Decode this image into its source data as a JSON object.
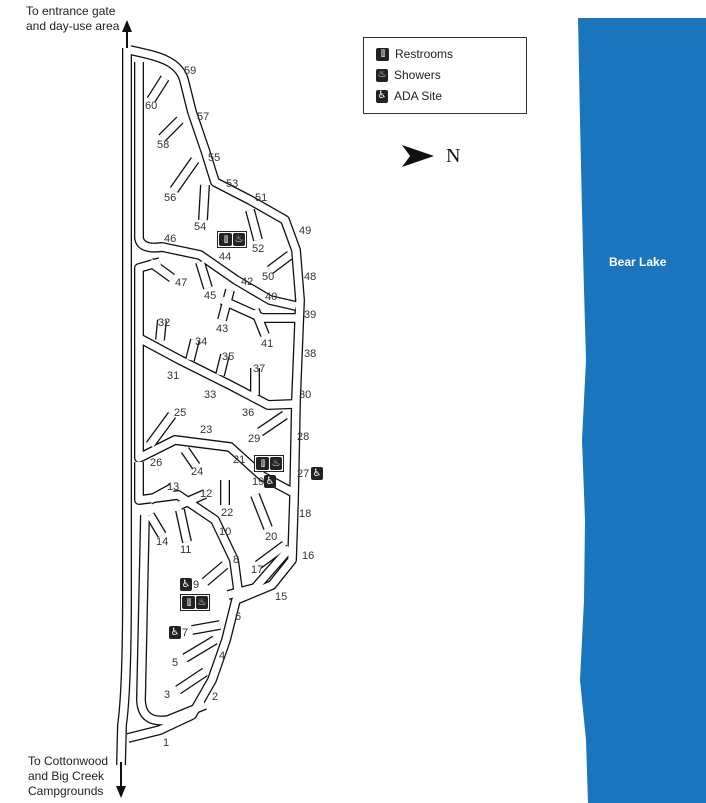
{
  "destinations": {
    "north_line1": "To entrance gate",
    "north_line2": "and day-use area",
    "south_line1": "To Cottonwood",
    "south_line2": "and Big Creek",
    "south_line3": "Campgrounds"
  },
  "legend": {
    "items": [
      {
        "icon": "restroom-icon",
        "label": "Restrooms"
      },
      {
        "icon": "shower-icon",
        "label": "Showers"
      },
      {
        "icon": "ada-icon",
        "label": "ADA Site"
      }
    ]
  },
  "compass": {
    "label": "N"
  },
  "lake": {
    "name": "Bear Lake",
    "color": "#1b75bc"
  },
  "sites": [
    "1",
    "2",
    "3",
    "4",
    "5",
    "6",
    "7",
    "8",
    "9",
    "10",
    "11",
    "12",
    "13",
    "14",
    "15",
    "16",
    "17",
    "18",
    "19",
    "20",
    "21",
    "22",
    "23",
    "24",
    "25",
    "26",
    "27",
    "28",
    "29",
    "30",
    "31",
    "32",
    "33",
    "34",
    "35",
    "36",
    "37",
    "38",
    "39",
    "40",
    "41",
    "42",
    "43",
    "44",
    "45",
    "46",
    "47",
    "48",
    "49",
    "50",
    "51",
    "52",
    "53",
    "54",
    "55",
    "56",
    "57",
    "58",
    "59",
    "60"
  ],
  "ada_sites": [
    "7",
    "9",
    "19",
    "27"
  ],
  "icons": {
    "restroom": "⫿⫿",
    "shower": "♨",
    "ada": "♿"
  }
}
